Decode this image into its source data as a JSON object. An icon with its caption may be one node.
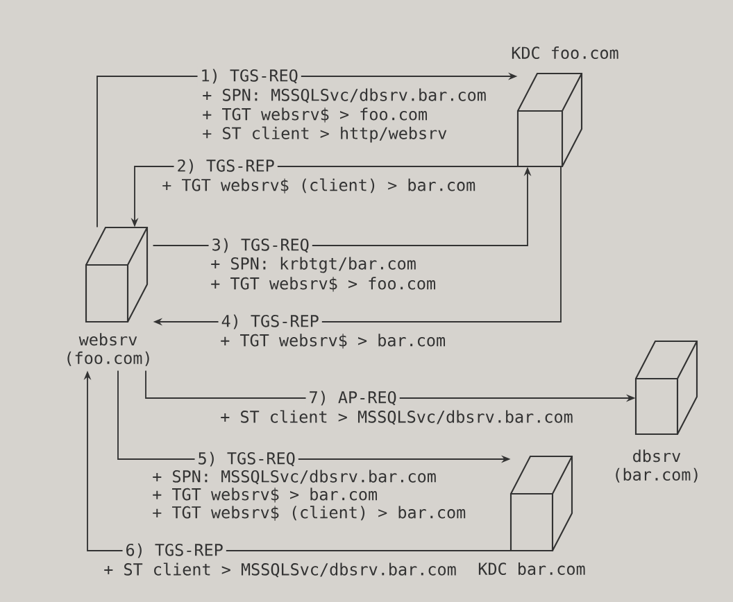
{
  "diagram": {
    "nodes": [
      {
        "text": [
          "KDC foo.com"
        ]
      },
      {
        "text": [
          "websrv (foo.com)"
        ]
      },
      {
        "text": [
          "dbsrv (bar.com)"
        ]
      },
      {
        "text": [
          "KDC bar.com"
        ]
      }
    ],
    "edges": [
      {
        "from": 1,
        "to": 0,
        "arrow": "to",
        "label": "1) TGS-REQ"
      },
      {
        "from": 0,
        "to": 1,
        "arrow": "to",
        "label": "2) TGS-REP"
      },
      {
        "from": 1,
        "to": 0,
        "arrow": "to",
        "label": "3) TGS-REQ"
      },
      {
        "from": 0,
        "to": 1,
        "arrow": "to",
        "label": "4) TGS-REP"
      },
      {
        "from": 1,
        "to": 2,
        "arrow": "to",
        "label": "7) AP-REQ"
      },
      {
        "from": 1,
        "to": 3,
        "arrow": "to",
        "label": "5) TGS-REQ"
      },
      {
        "from": 3,
        "to": 1,
        "arrow": "to",
        "label": "6) TGS-REP"
      }
    ],
    "labels": [
      "+ SPN: MSSQLSvc/dbsrv.bar.com",
      "+ TGT websrv$ > foo.com",
      "+ ST client > http/websrv",
      "+ TGT websrv$ (client) > bar.com",
      "+ SPN: krbtgt/bar.com",
      "+ TGT websrv$ > foo.com",
      "+ TGT websrv$ > bar.com",
      "+ ST client > MSSQLSvc/dbsrv.bar.com",
      "+ SPN: MSSQLSvc/dbsrv.bar.com",
      "+ TGT websrv$ > bar.com",
      "+ TGT websrv$ (client) > bar.com",
      "+ ST client > MSSQLSvc/dbsrv.bar.com"
    ]
  }
}
